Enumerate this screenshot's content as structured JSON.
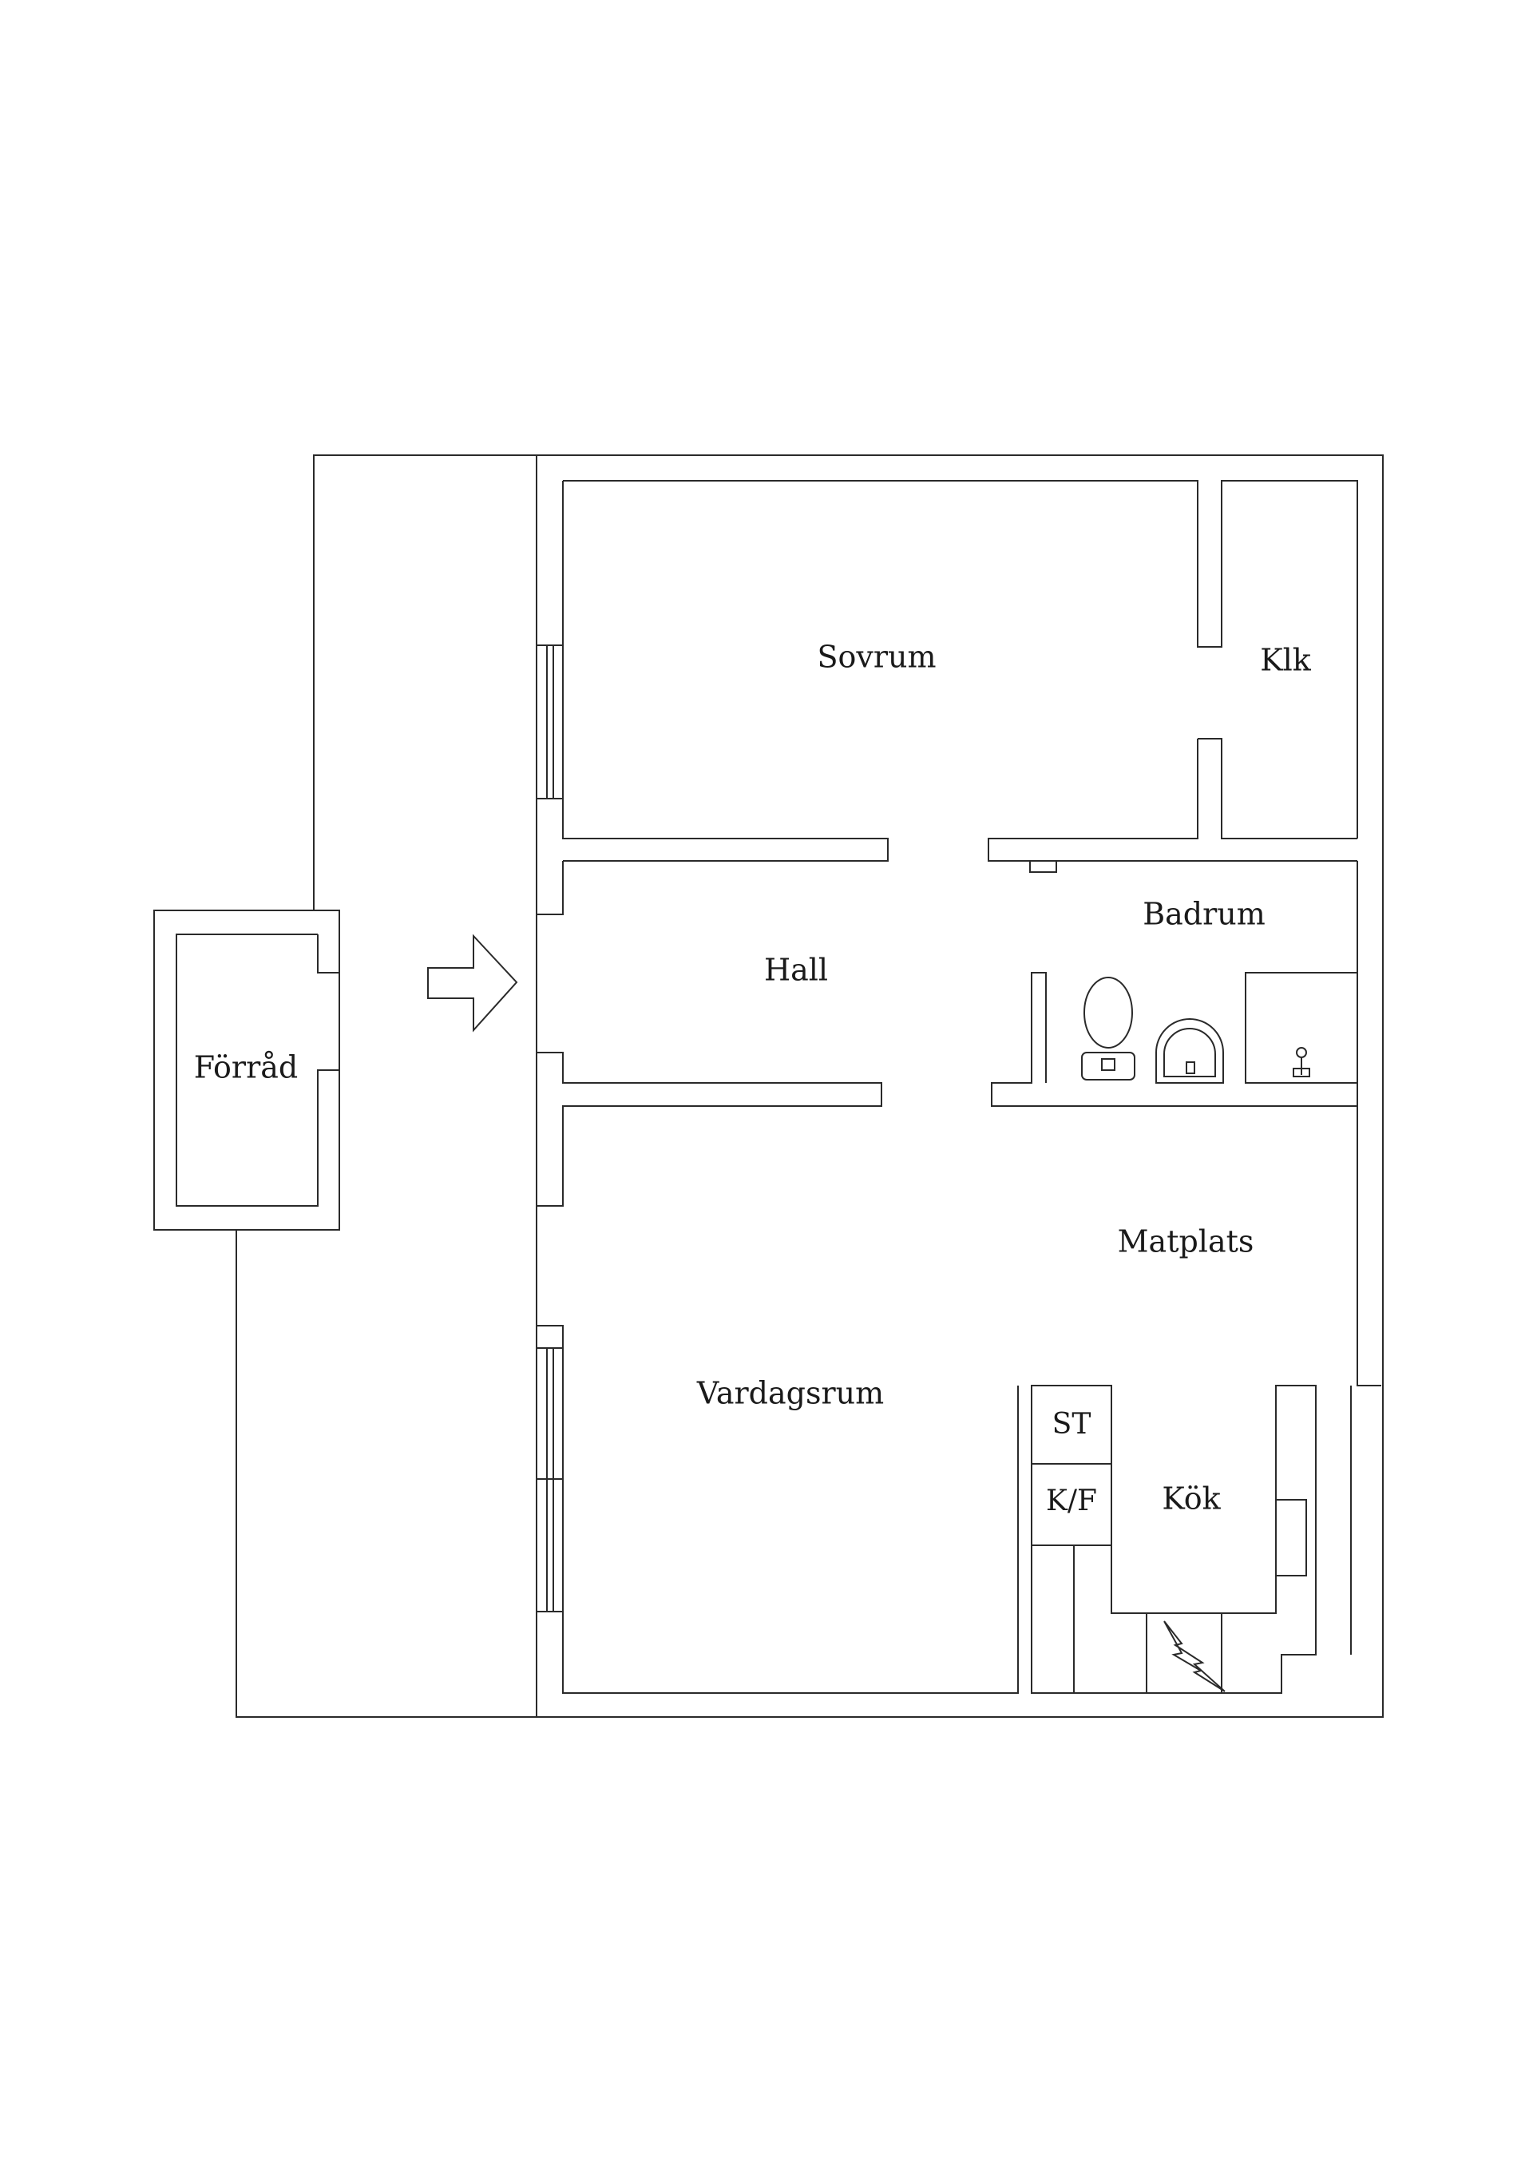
{
  "plan": {
    "rooms": {
      "forrad": "Förråd",
      "sovrum": "Sovrum",
      "klk": "Klk",
      "hall": "Hall",
      "badrum": "Badrum",
      "matplats": "Matplats",
      "vardagsrum": "Vardagsrum",
      "kok": "Kök"
    },
    "fixtures": {
      "st": "ST",
      "kf": "K/F"
    },
    "colors": {
      "line": "#2a2a2a",
      "background": "#ffffff"
    }
  }
}
